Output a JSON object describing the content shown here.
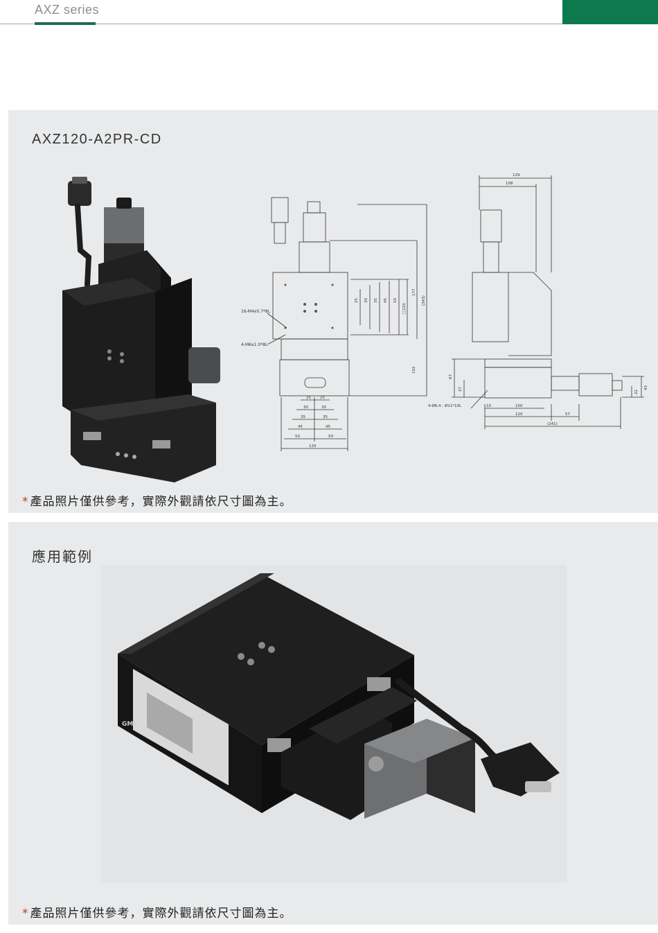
{
  "header": {
    "series": "AXZ series",
    "accent_color": "#0d7a4e"
  },
  "spec_panel": {
    "model": "AXZ120-A2PR-CD",
    "note_star": "*",
    "note": "產品照片僅供參考，實際外觀請依尺寸圖為主。",
    "front_view": {
      "callout_tap": "16-M4x0.7*8L",
      "callout_tap2": "4-M6x1.0*8L",
      "dims_right": [
        "25",
        "30",
        "35",
        "45",
        "50",
        "□120",
        "177",
        "(343)",
        "102"
      ],
      "dims_bottom": [
        "25",
        "25",
        "30",
        "30",
        "35",
        "35",
        "45",
        "45",
        "50",
        "50",
        "120"
      ]
    },
    "side_view": {
      "dims_top": [
        "129",
        "108"
      ],
      "dims_left": [
        "67",
        "27"
      ],
      "dims_right": [
        "43",
        "22"
      ],
      "callout_hole": "4-Ø6.4 ; Ø11*10L",
      "dims_bottom": [
        "10",
        "100",
        "120",
        "57",
        "(241)"
      ]
    }
  },
  "app_panel": {
    "title": "應用範例",
    "note_star": "*",
    "note": "產品照片僅供參考，實際外觀請依尺寸圖為主。",
    "brand_mark": "GMT"
  }
}
